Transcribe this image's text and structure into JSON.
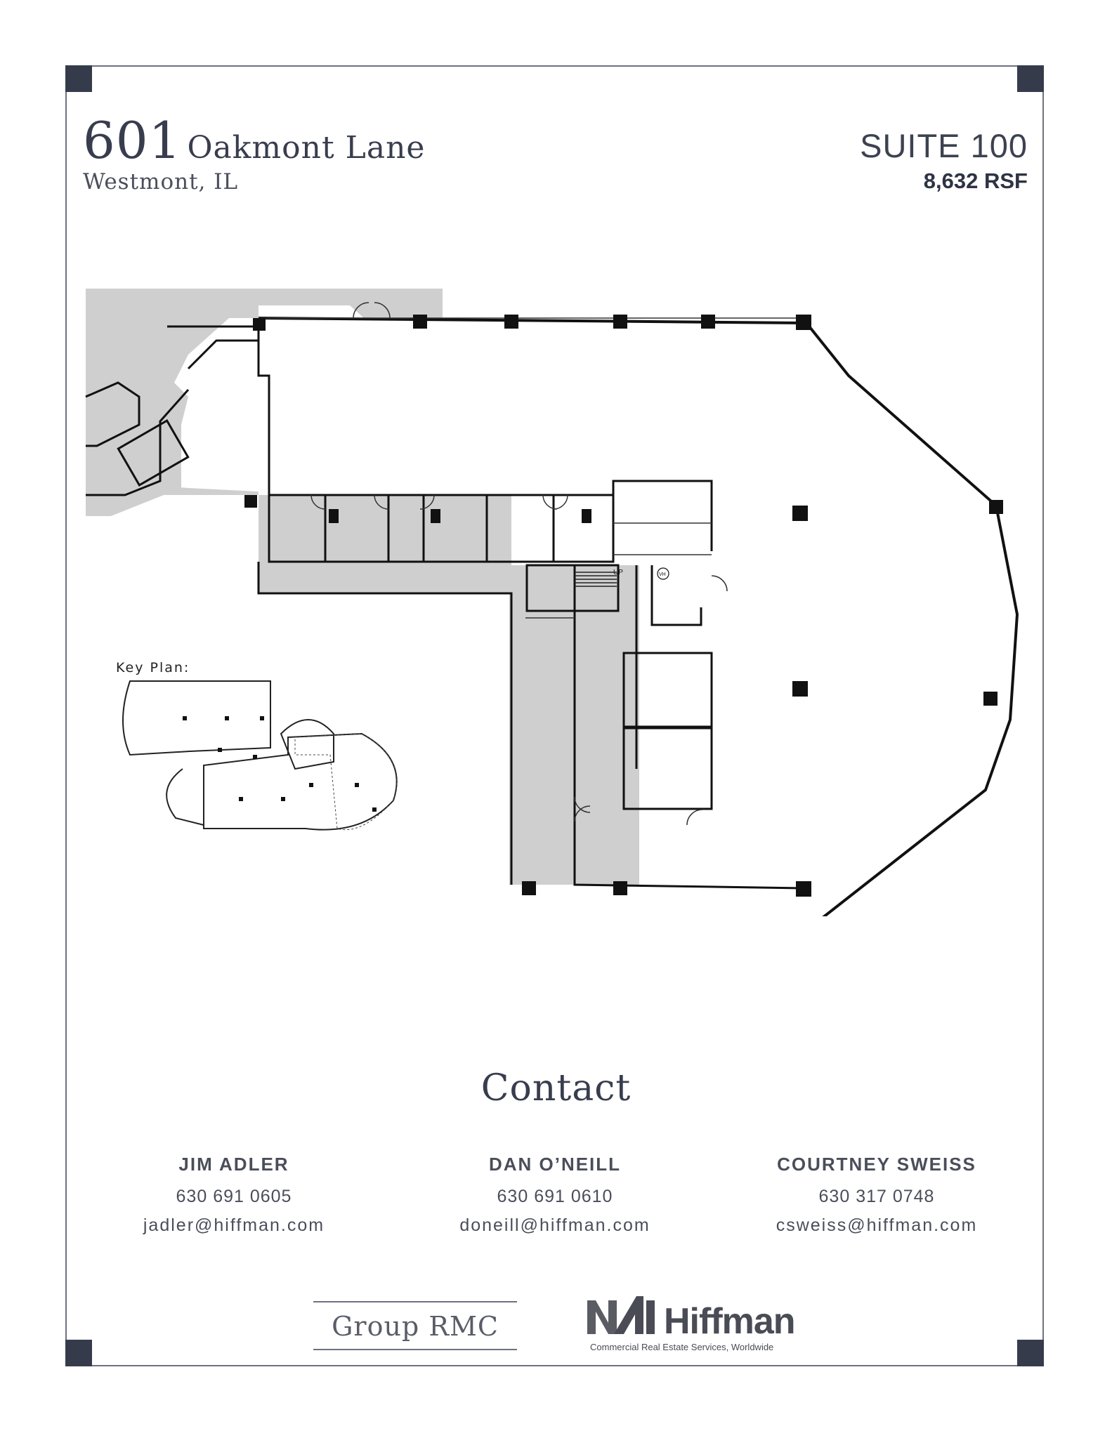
{
  "header": {
    "address_number": "601",
    "address_street": "Oakmont Lane",
    "city": "Westmont, IL",
    "suite": "SUITE 100",
    "area": "8,632 RSF"
  },
  "floorplan": {
    "stair_label": "UP",
    "key_plan_label": "Key Plan:",
    "marker_label": "VH"
  },
  "contact": {
    "title": "Contact",
    "agents": [
      {
        "name": "JIM ADLER",
        "phone": "630 691 0605",
        "email": "jadler@hiffman.com"
      },
      {
        "name": "DAN O’NEILL",
        "phone": "630 691 0610",
        "email": "doneill@hiffman.com"
      },
      {
        "name": "COURTNEY SWEISS",
        "phone": "630 317 0748",
        "email": "csweiss@hiffman.com"
      }
    ]
  },
  "logos": {
    "group_rmc": "Group RMC",
    "nai_brand": "Hiffman",
    "nai_tagline": "Commercial Real Estate Services, Worldwide"
  },
  "colors": {
    "navy": "#363b4c",
    "frame": "#6e7180",
    "plan_gray": "#cfcfcf"
  }
}
